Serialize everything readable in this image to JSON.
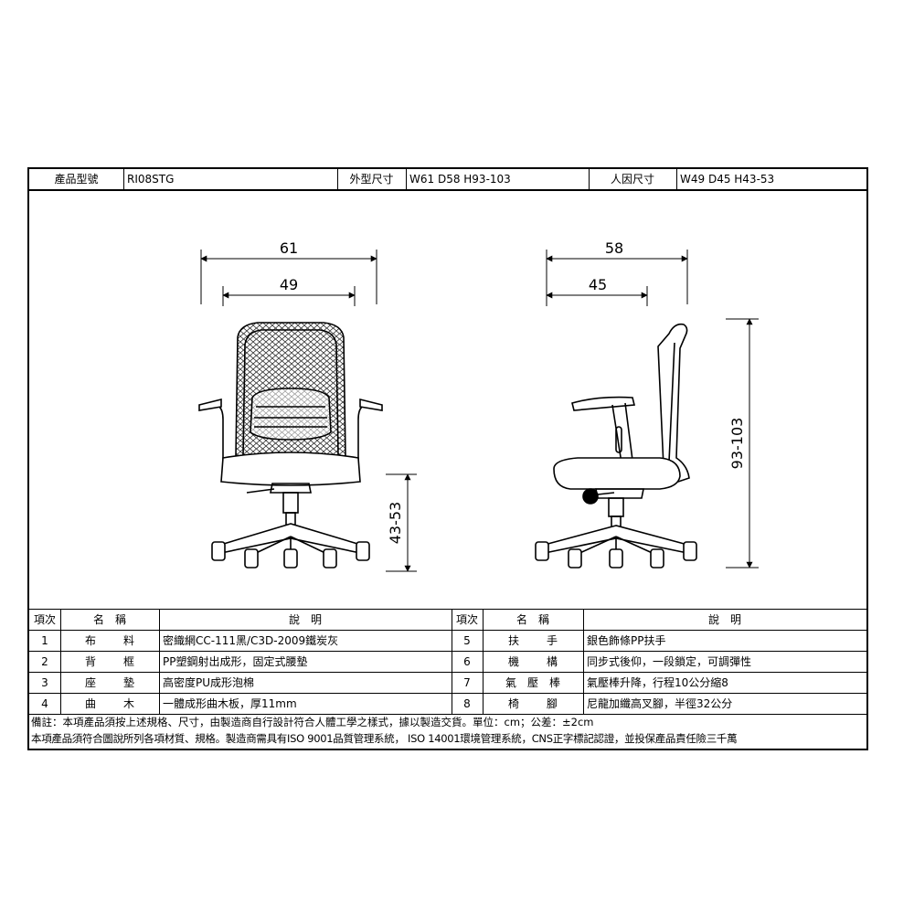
{
  "header": {
    "model_label": "產品型號",
    "model_value": "RI08STG",
    "outer_size_label": "外型尺寸",
    "outer_size_value": "W61 D58 H93-103",
    "ergonomic_size_label": "人因尺寸",
    "ergonomic_size_value": "W49 D45 H43-53"
  },
  "dimensions": {
    "front_width_total": "61",
    "front_width_seat": "49",
    "front_seat_height": "43-53",
    "side_depth_total": "58",
    "side_depth_seat": "45",
    "side_height": "93-103"
  },
  "table": {
    "col_no": "項次",
    "col_name": "名　稱",
    "col_desc": "說　明",
    "left_rows": [
      {
        "no": "1",
        "name": "布料",
        "desc": "密織網CC-111黑/C3D-2009鐵炭灰"
      },
      {
        "no": "2",
        "name": "背框",
        "desc": "PP塑鋼射出成形，固定式腰墊"
      },
      {
        "no": "3",
        "name": "座墊",
        "desc": "高密度PU成形泡棉"
      },
      {
        "no": "4",
        "name": "曲木",
        "desc": "一體成形曲木板，厚11mm"
      }
    ],
    "right_rows": [
      {
        "no": "5",
        "name": "扶手",
        "desc": "銀色飾條PP扶手"
      },
      {
        "no": "6",
        "name": "機構",
        "desc": "同步式後仰，一段鎖定，可調彈性"
      },
      {
        "no": "7",
        "name": "氣壓棒",
        "desc": "氣壓棒升降，行程10公分縮8"
      },
      {
        "no": "8",
        "name": "椅腳",
        "desc": "尼龍加纖高叉腳，半徑32公分"
      }
    ]
  },
  "notes": {
    "note1": "備註：本項產品須按上述規格、尺寸，由製造商自行設計符合人體工學之樣式，據以製造交貨。單位：cm；公差：±2cm",
    "note2": "本項產品須符合圖說所列各項材質、規格。製造商需具有ISO 9001品質管理系統， ISO 14001環境管理系統，CNS正字標記認證，並投保產品責任險三千萬"
  }
}
